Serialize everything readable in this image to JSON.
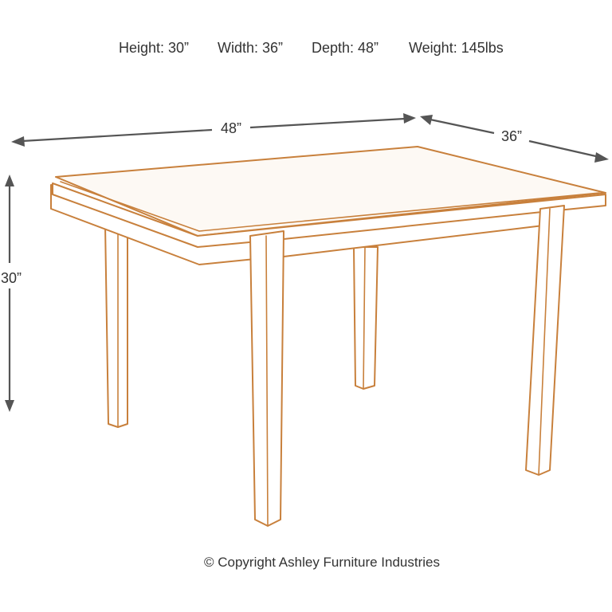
{
  "specs": {
    "height": "Height: 30”",
    "width": "Width: 36”",
    "depth": "Depth: 48”",
    "weight": "Weight: 145lbs"
  },
  "dimensions": {
    "length_label": "48”",
    "width_label": "36”",
    "height_label": "30”"
  },
  "footer": {
    "copyright": "© Copyright Ashley Furniture Industries"
  },
  "colors": {
    "line_art": "#c8803c",
    "arrow": "#555555",
    "text": "#333333"
  }
}
